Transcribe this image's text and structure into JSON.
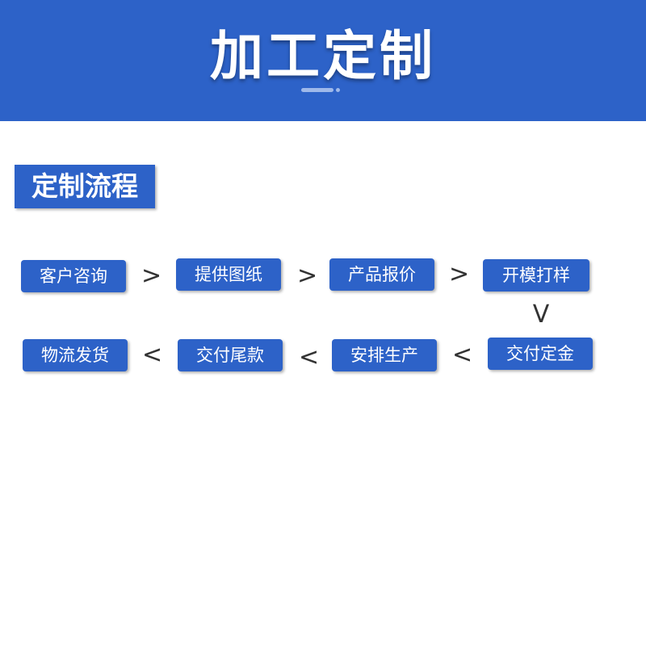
{
  "banner": {
    "title": "加工定制"
  },
  "section": {
    "heading": "定制流程"
  },
  "flow": {
    "steps": [
      {
        "label": "客户咨询"
      },
      {
        "label": "提供图纸"
      },
      {
        "label": "产品报价"
      },
      {
        "label": "开模打样"
      },
      {
        "label": "交付定金"
      },
      {
        "label": "安排生产"
      },
      {
        "label": "交付尾款"
      },
      {
        "label": "物流发货"
      }
    ],
    "arrows": {
      "right": ">",
      "down": "V",
      "left": "<"
    }
  },
  "colors": {
    "accent": "#2d62c8",
    "text_on_accent": "#ffffff",
    "arrow": "#333333"
  }
}
